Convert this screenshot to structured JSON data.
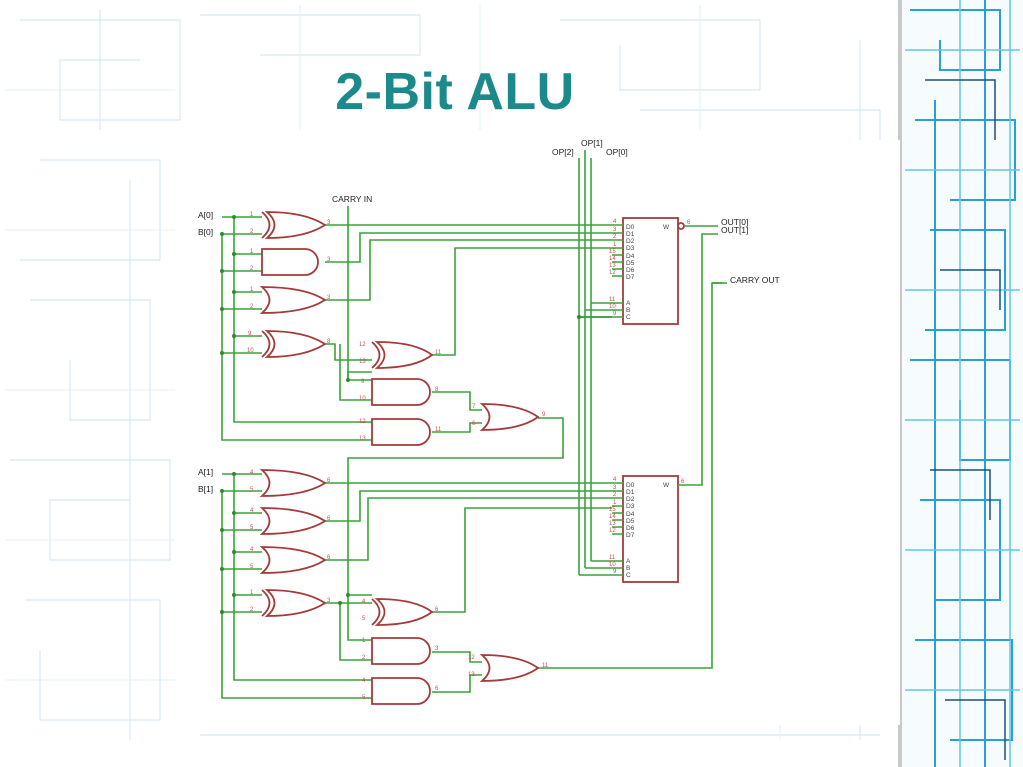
{
  "slide": {
    "title": "2-Bit ALU"
  },
  "theme": {
    "title_color": "#1c8a8a",
    "wire_color": "#3aa33a",
    "gate_color": "#a63a3a"
  },
  "labels": {
    "op2": "OP[2]",
    "op1": "OP[1]",
    "op0": "OP[0]",
    "carry_in": "CARRY IN",
    "a0": "A[0]",
    "b0": "B[0]",
    "a1": "A[1]",
    "b1": "B[1]",
    "out0": "OUT[0]",
    "out1": "OUT[1]",
    "carry_out": "CARRY OUT"
  },
  "mux_pins": {
    "inputs": [
      "D0",
      "D1",
      "D2",
      "D3",
      "D4",
      "D5",
      "D6",
      "D7"
    ],
    "selects": [
      "A",
      "B",
      "C"
    ],
    "output": "W"
  },
  "pin_numbers": {
    "g1": [
      "1",
      "2",
      "3"
    ],
    "g2": [
      "1",
      "2",
      "3"
    ],
    "g3": [
      "1",
      "2",
      "3"
    ],
    "g4": [
      "9",
      "10",
      "8"
    ],
    "x1": [
      "12",
      "13",
      "11"
    ],
    "a1": [
      "9",
      "10",
      "8"
    ],
    "a2": [
      "12",
      "13",
      "11"
    ],
    "o1": [
      "7",
      "6",
      "9"
    ],
    "g5": [
      "4",
      "5",
      "6"
    ],
    "g6": [
      "4",
      "5",
      "6"
    ],
    "g7": [
      "4",
      "5",
      "6"
    ],
    "g8": [
      "1",
      "2",
      "3"
    ],
    "x2": [
      "4",
      "5",
      "6"
    ],
    "a3": [
      "1",
      "2",
      "3"
    ],
    "a4": [
      "4",
      "5",
      "6"
    ],
    "o2": [
      "12",
      "13",
      "11"
    ],
    "mux1_in": [
      "4",
      "3",
      "2",
      "1",
      "15",
      "14",
      "13",
      "12"
    ],
    "mux1_sel": [
      "11",
      "10",
      "9"
    ],
    "mux1_out": "6",
    "mux2_in": [
      "4",
      "3",
      "2",
      "1",
      "15",
      "14",
      "13",
      "12"
    ],
    "mux2_sel": [
      "11",
      "10",
      "9"
    ],
    "mux2_out": "6"
  }
}
